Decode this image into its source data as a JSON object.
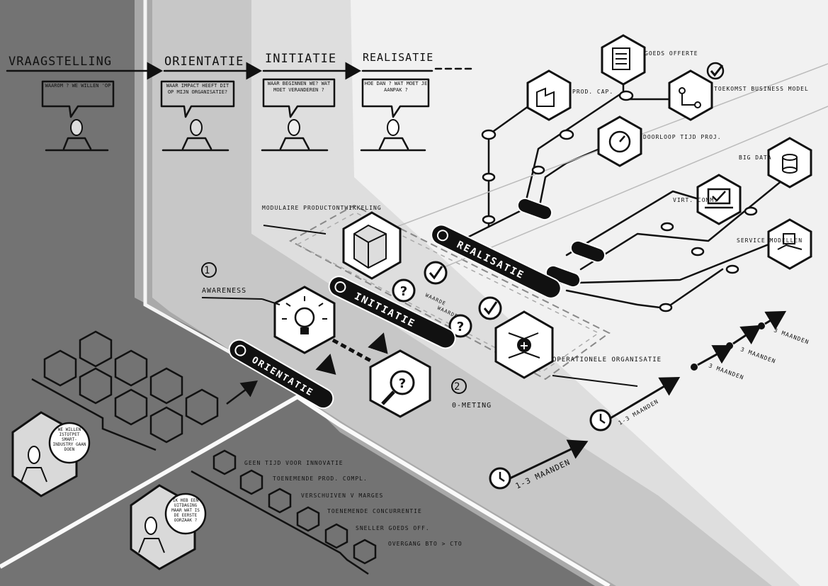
{
  "timeline": {
    "steps": [
      {
        "label": "VRAAGSTELLING",
        "question": "WAAROM ? WE WILLEN 'OP"
      },
      {
        "label": "ORIENTATIE",
        "question": "WAAR IMPACT HEEFT DIT OP MIJN ORGANISATIE?"
      },
      {
        "label": "INITIATIE",
        "question": "WAAR BEGINNEN WE? WAT MOET VERANDEREN ?"
      },
      {
        "label": "REALISATIE",
        "question": "HOE DAN ? WAT MOET JE AANPAK ?"
      }
    ]
  },
  "phases": {
    "orientatie": "ORIENTATIE",
    "initiatie": "INITIATIE",
    "realisatie": "REALISATIE"
  },
  "steps_numbered": [
    {
      "number": "1",
      "label": "AWARENESS"
    },
    {
      "number": "2",
      "label": "0-METING"
    }
  ],
  "labels": {
    "modulaire": "MODULAIRE PRODUCTONTWIKKELING",
    "operationele": "OPERATIONELE ORGANISATIE",
    "waarde": "WAARDE",
    "waarde2": "WAARDE"
  },
  "projects": [
    {
      "label": "GOEDS OFFERTE"
    },
    {
      "label": "PROD. CAP."
    },
    {
      "label": "TOEKOMST BUSINESS MODEL"
    },
    {
      "label": "DOORLOOP TIJD PROJ."
    },
    {
      "label": "BIG DATA"
    },
    {
      "label": "VIRT. COMM."
    },
    {
      "label": "SERVICE MODELLEN"
    }
  ],
  "durations": {
    "d1": "1-3 MAANDEN",
    "d2": "1-3 MAANDEN",
    "r1": "3 MAANDEN",
    "r2": "3 MAANDEN",
    "r3": "3 MAANDEN"
  },
  "bubbles": {
    "b1": "WE WILLEN ISTOTPET SMART- INDUSTRY GAAN DOEN",
    "b2": "IK HEB EEN UITDAGING MAAR WAT IS DE EERSTE OORZAAK ?"
  },
  "issues": [
    "GEEN TIJD VOOR INNOVATIE",
    "TOENEMENDE PROD. COMPL.",
    "VERSCHUIVEN V MARGES",
    "TOENEMENDE CONCURRENTIE",
    "SNELLER GOEDS OFF.",
    "OVERGANG BTO > CTO"
  ],
  "colors": {
    "dark": "#6e6e6e",
    "mid": "#a8a8a8",
    "light": "#d4d4d4",
    "paper": "#f2f2f2",
    "ink": "#111111"
  }
}
